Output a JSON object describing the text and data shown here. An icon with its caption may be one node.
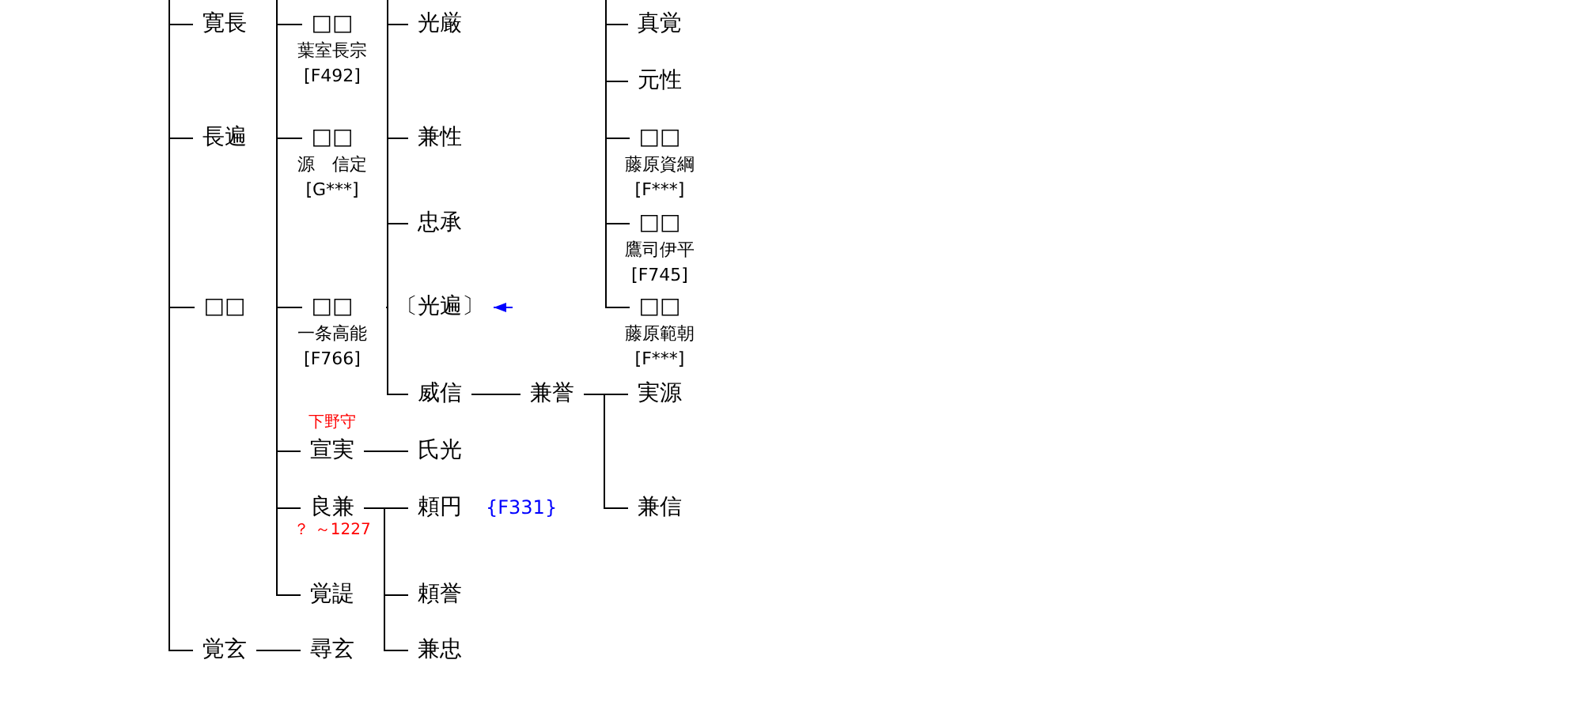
{
  "diagram": {
    "nodes": [
      {
        "text": [
          "寛長"
        ]
      },
      {
        "text": [
          "長遍"
        ]
      },
      {
        "text": [
          "□□"
        ]
      },
      {
        "text": [
          "覚玄"
        ]
      },
      {
        "text": [
          "□□"
        ],
        "beside": [
          "葉室長宗",
          "[F492]"
        ]
      },
      {
        "text": [
          "□□"
        ],
        "beside": [
          "源　信定",
          "[G***]"
        ]
      },
      {
        "text": [
          "□□"
        ],
        "beside": [
          "一条高能",
          "[F766]"
        ]
      },
      {
        "text": [
          "宣実"
        ],
        "beside": [
          "下野守"
        ]
      },
      {
        "text": [
          "良兼"
        ],
        "beside": [
          "？ ～1227"
        ]
      },
      {
        "text": [
          "覚諟"
        ]
      },
      {
        "text": [
          "尋玄"
        ]
      },
      {
        "text": [
          "光厳"
        ]
      },
      {
        "text": [
          "兼性"
        ]
      },
      {
        "text": [
          "忠承"
        ]
      },
      {
        "text": [
          "〔光遍〕"
        ]
      },
      {
        "text": [
          "威信"
        ]
      },
      {
        "text": [
          "氏光"
        ]
      },
      {
        "text": [
          "頼円"
        ],
        "beside": [
          "{F331}"
        ]
      },
      {
        "text": [
          "頼誉"
        ]
      },
      {
        "text": [
          "兼忠"
        ]
      },
      {
        "text": [
          "兼誉"
        ]
      },
      {
        "text": [
          "真覚"
        ]
      },
      {
        "text": [
          "元性"
        ]
      },
      {
        "text": [
          "□□"
        ],
        "beside": [
          "藤原資綱",
          "[F***]"
        ]
      },
      {
        "text": [
          "□□"
        ],
        "beside": [
          "鷹司伊平",
          "[F745]"
        ]
      },
      {
        "text": [
          "□□"
        ],
        "beside": [
          "藤原範朝",
          "[F***]"
        ]
      },
      {
        "text": [
          "実源"
        ]
      },
      {
        "text": [
          "兼信"
        ]
      }
    ],
    "edges": [
      {
        "from": null,
        "to": 0,
        "arrow": "none"
      },
      {
        "from": null,
        "to": 1,
        "arrow": "none"
      },
      {
        "from": null,
        "to": 2,
        "arrow": "none"
      },
      {
        "from": null,
        "to": 3,
        "arrow": "none"
      },
      {
        "from": null,
        "to": 4,
        "arrow": "none"
      },
      {
        "from": null,
        "to": 5,
        "arrow": "none"
      },
      {
        "from": null,
        "to": 6,
        "arrow": "none"
      },
      {
        "from": null,
        "to": 7,
        "arrow": "none"
      },
      {
        "from": null,
        "to": 8,
        "arrow": "none"
      },
      {
        "from": null,
        "to": 9,
        "arrow": "none"
      },
      {
        "from": null,
        "to": 11,
        "arrow": "none"
      },
      {
        "from": null,
        "to": 12,
        "arrow": "none"
      },
      {
        "from": null,
        "to": 13,
        "arrow": "none"
      },
      {
        "from": null,
        "to": 14,
        "arrow": "none"
      },
      {
        "from": null,
        "to": 15,
        "arrow": "none"
      },
      {
        "from": null,
        "to": 21,
        "arrow": "none"
      },
      {
        "from": null,
        "to": 22,
        "arrow": "none"
      },
      {
        "from": null,
        "to": 23,
        "arrow": "none"
      },
      {
        "from": null,
        "to": 24,
        "arrow": "none"
      },
      {
        "from": null,
        "to": 25,
        "arrow": "none"
      },
      {
        "from": 3,
        "to": 10,
        "arrow": "none"
      },
      {
        "from": 7,
        "to": 16,
        "arrow": "none"
      },
      {
        "from": 8,
        "to": 17,
        "arrow": "none"
      },
      {
        "from": 8,
        "to": 18,
        "arrow": "none"
      },
      {
        "from": 8,
        "to": 19,
        "arrow": "none"
      },
      {
        "from": 15,
        "to": 20,
        "arrow": "none"
      },
      {
        "from": 20,
        "to": 26,
        "arrow": "none"
      },
      {
        "from": 20,
        "to": 27,
        "arrow": "none"
      },
      {
        "from": null,
        "to": 14,
        "arrow": "to",
        "color": "#0000ff"
      }
    ]
  }
}
